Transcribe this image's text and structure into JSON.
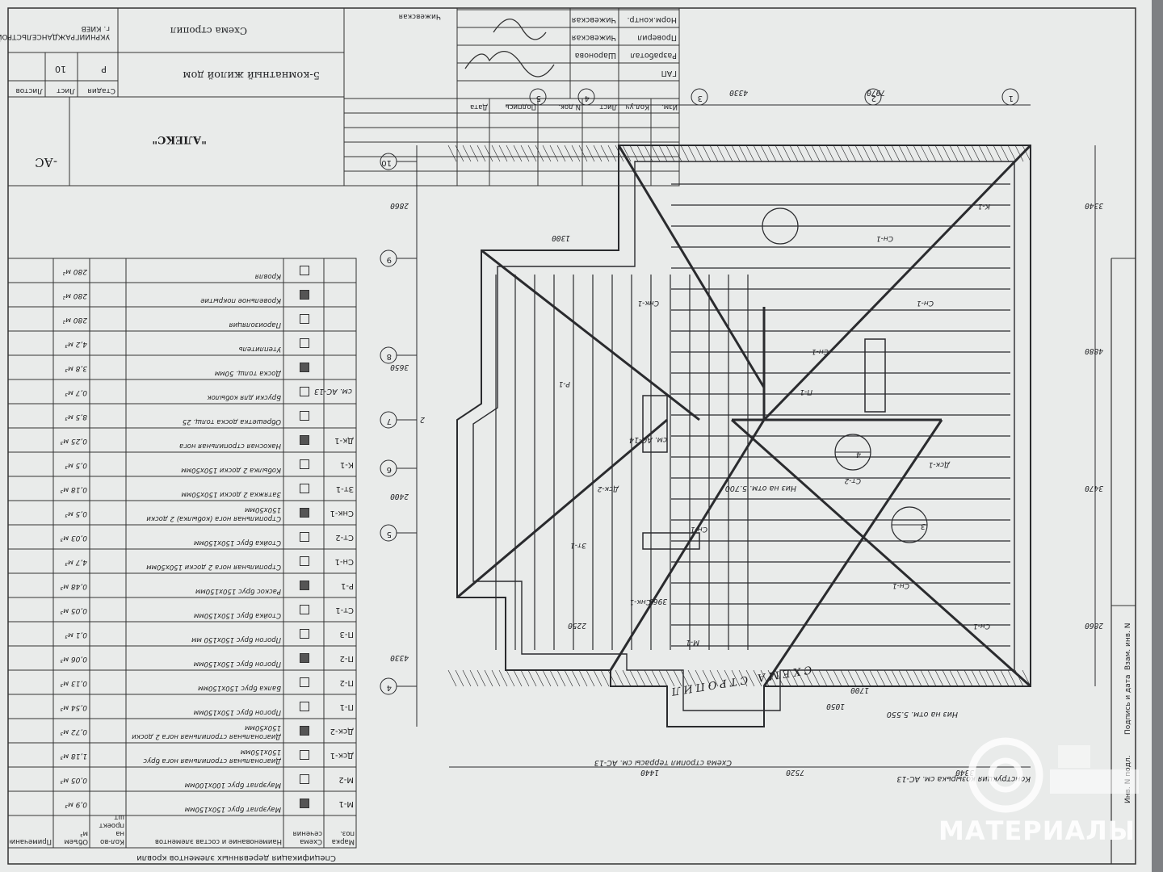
{
  "sheet": {
    "side_stamp": [
      "Инв. N подл.",
      "Подпись и дата",
      "Взам. инв. N"
    ],
    "drawing_title": "СХЕМА СТРОПИЛ",
    "company": "\"АЛЕКС\"",
    "project": "5-комнатный жилой дом",
    "sheet_name": "Схема стропил",
    "org": "УКРНИИГРАЖДАНСЕЛЬСТРОЙ г. КИЕВ",
    "code": "-АС",
    "stage_headers": [
      "Стадия",
      "Лист",
      "Листов"
    ],
    "stage_values": [
      "Р",
      "10",
      ""
    ],
    "rev_headers": [
      "Изм.",
      "Кол.уч",
      "Лист",
      "N док.",
      "Подпись",
      "Дата"
    ],
    "staff": [
      {
        "role": "ГАП",
        "name": ""
      },
      {
        "role": "Разработал",
        "name": "Шаронова"
      },
      {
        "role": "Проверил",
        "name": "Чижевская"
      },
      {
        "role": "Норм.контр.",
        "name": "Чижевская"
      }
    ],
    "chief": "Чижевская"
  },
  "spec": {
    "title": "Спецификация деревянных элементов кровли",
    "headers": [
      "Марка поз.",
      "Схема сечения",
      "Наименование и состав элементов",
      "Кол-во на проект шт",
      "Объем м³",
      "Примечание"
    ],
    "rows": [
      {
        "mark": "М-1",
        "name": "Мауэрлат брус 150х150мм",
        "vol": "0,9 м³"
      },
      {
        "mark": "М-2",
        "name": "Мауэрлат брус 100х100мм",
        "vol": "0,05 м³"
      },
      {
        "mark": "Дск-1",
        "name": "Диагональная стропильная нога брус 150х150мм",
        "vol": "1,18 м³"
      },
      {
        "mark": "Дск-2",
        "name": "Диагональная стропильная нога 2 доски 150х50мм",
        "vol": "0,72 м³"
      },
      {
        "mark": "П-1",
        "name": "Прогон брус 150х150мм",
        "vol": "0,54 м³"
      },
      {
        "mark": "П-2",
        "name": "Балка брус 150х150мм",
        "vol": "0,13 м³"
      },
      {
        "mark": "П-2",
        "name": "Прогон брус 150х150мм",
        "vol": "0,06 м³"
      },
      {
        "mark": "П-3",
        "name": "Прогон брус 150х150 мм",
        "vol": "0,1 м³"
      },
      {
        "mark": "Ст-1",
        "name": "Стойка брус 150х150мм",
        "vol": "0,05 м³"
      },
      {
        "mark": "Р-1",
        "name": "Раскос брус 150х150мм",
        "vol": "0,48 м³"
      },
      {
        "mark": "Сн-1",
        "name": "Стропильная нога 2 доски 150х50мм",
        "vol": "4,7 м³"
      },
      {
        "mark": "Ст-2",
        "name": "Стойка брус 150х150мм",
        "vol": "0,03 м³"
      },
      {
        "mark": "Снк-1",
        "name": "Стропильная нога (кобылка) 2 доски 150х50мм",
        "vol": "0,5 м³"
      },
      {
        "mark": "Зт-1",
        "name": "Затяжка 2 доски 150х50мм",
        "vol": "0,18 м³"
      },
      {
        "mark": "К-1",
        "name": "Кобылка 2 доски 150х50мм",
        "vol": "0,5 м³"
      },
      {
        "mark": "Дк-1",
        "name": "Накосная стропильная нога",
        "vol": "0,25 м³"
      },
      {
        "mark": "",
        "name": "Обрешетка доска толщ. 25",
        "vol": "8,5 м³"
      },
      {
        "mark": "",
        "name": "Бруски для кобылок",
        "vol": "0,7 м³"
      },
      {
        "mark": "",
        "name": "Доска толщ. 50мм",
        "vol": "3,8 м³"
      },
      {
        "mark": "",
        "name": "Утеплитель",
        "vol": "4,2 м³"
      },
      {
        "mark": "",
        "name": "Пароизоляция",
        "vol": "280 м²"
      },
      {
        "mark": "",
        "name": "Кровельное покрытие",
        "vol": "280 м²"
      },
      {
        "mark": "",
        "name": "Кровля",
        "vol": "280 м²"
      }
    ]
  },
  "plan": {
    "axes_right": [
      "4",
      "5",
      "6",
      "7",
      "8",
      "9",
      "10"
    ],
    "axes_top": [
      "1",
      "2",
      "3",
      "4",
      "5"
    ],
    "labels": [
      {
        "text": "Сн-1"
      },
      {
        "text": "Сн-1"
      },
      {
        "text": "Сн-1"
      },
      {
        "text": "Сн-1"
      },
      {
        "text": "Снк-1"
      },
      {
        "text": "Дск-1"
      },
      {
        "text": "Дск-2"
      },
      {
        "text": "К-1"
      },
      {
        "text": "М-1"
      },
      {
        "text": "Р-1"
      },
      {
        "text": "П-1"
      },
      {
        "text": "Ст-2"
      },
      {
        "text": "Зт-1"
      },
      {
        "text": "Сн-1"
      },
      {
        "text": "Снк-1"
      },
      {
        "text": "Сн-1"
      }
    ],
    "dims": [
      "3340",
      "7520",
      "1440",
      "2860",
      "3470",
      "4880",
      "3340",
      "4330",
      "2400",
      "3650",
      "2860",
      "1300",
      "1700",
      "1050",
      "7970",
      "4330",
      "3965",
      "2250"
    ],
    "notes": [
      "Низ на отм. 5.550",
      "Низ на отм. 5.700",
      "см. АС-14",
      "см. АС-13",
      "Схема стропил террасы см. АС-13",
      "Конструкция козырька см. АС-13",
      "2",
      "3",
      "4"
    ]
  },
  "watermark": {
    "text": "МАТЕРИАЛЫ"
  }
}
